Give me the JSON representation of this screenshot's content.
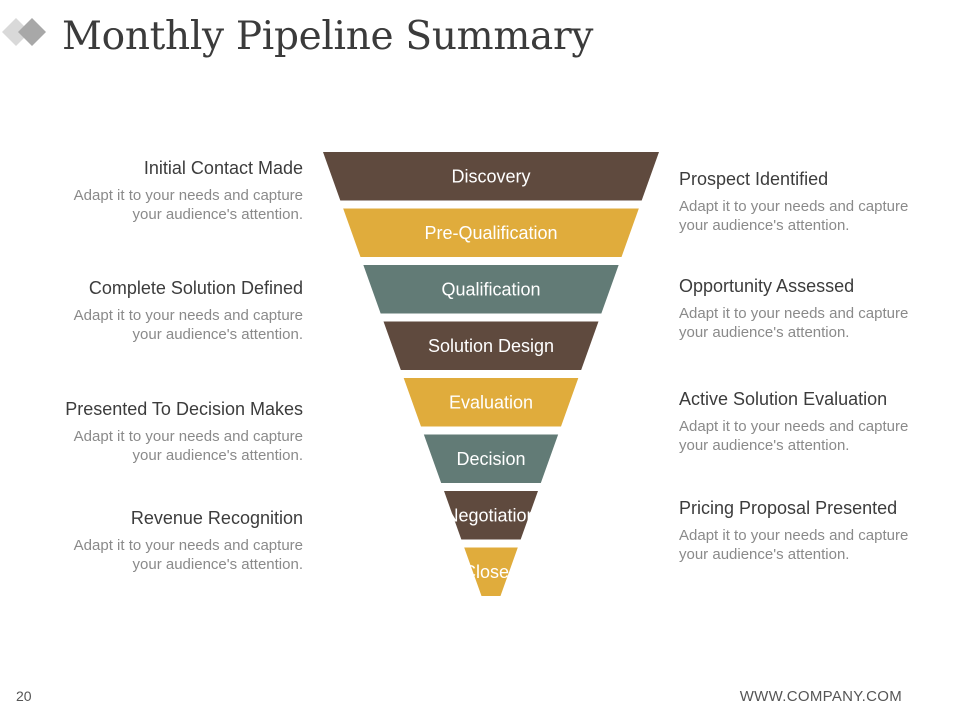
{
  "slide": {
    "title": "Monthly Pipeline Summary",
    "page_number": "20",
    "website": "WWW.COMPANY.COM"
  },
  "colors": {
    "brown": "#5f4a3e",
    "gold": "#e0ac3c",
    "slate": "#627b76",
    "logo_light": "#d9d9d9",
    "logo_dark": "#a8a8a8"
  },
  "funnel": {
    "stages": [
      {
        "label": "Discovery",
        "color": "#5f4a3e"
      },
      {
        "label": "Pre-Qualification",
        "color": "#e0ac3c"
      },
      {
        "label": "Qualification",
        "color": "#627b76"
      },
      {
        "label": "Solution Design",
        "color": "#5f4a3e"
      },
      {
        "label": "Evaluation",
        "color": "#e0ac3c"
      },
      {
        "label": "Decision",
        "color": "#627b76"
      },
      {
        "label": "Negotiation",
        "color": "#5f4a3e"
      },
      {
        "label": "Closed",
        "color": "#e0ac3c"
      }
    ]
  },
  "left_notes": [
    {
      "title": "Initial Contact Made",
      "body": "Adapt it to your needs and capture your audience's attention."
    },
    {
      "title": "Complete Solution Defined",
      "body": "Adapt it to your needs and capture your audience's attention."
    },
    {
      "title": "Presented To Decision Makes",
      "body": "Adapt it to your needs and capture your audience's attention."
    },
    {
      "title": "Revenue Recognition",
      "body": "Adapt it to your needs and capture your audience's attention."
    }
  ],
  "right_notes": [
    {
      "title": "Prospect Identified",
      "body": "Adapt it to your needs and capture your audience's attention."
    },
    {
      "title": "Opportunity Assessed",
      "body": "Adapt it to your needs and capture your audience's attention."
    },
    {
      "title": "Active Solution Evaluation",
      "body": "Adapt it to your needs and capture your audience's attention."
    },
    {
      "title": "Pricing Proposal Presented",
      "body": "Adapt it to your needs and capture your audience's attention."
    }
  ]
}
